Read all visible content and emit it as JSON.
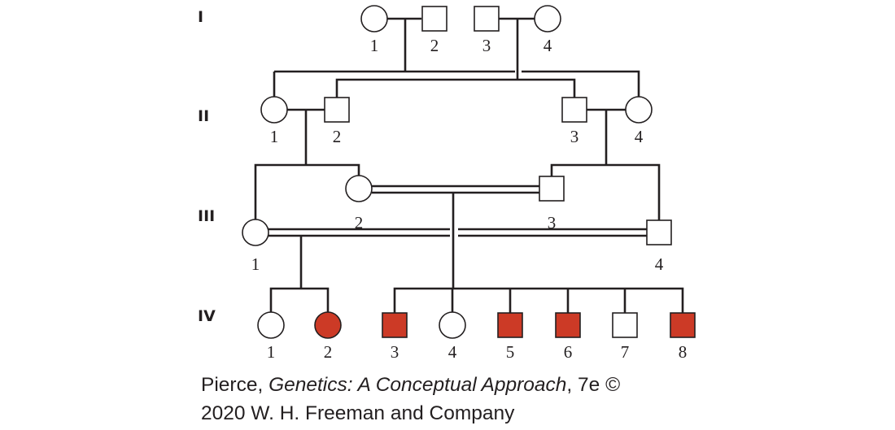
{
  "generations": [
    "I",
    "II",
    "III",
    "IV"
  ],
  "individuals": {
    "I": [
      {
        "n": "1",
        "sex": "female",
        "affected": false
      },
      {
        "n": "2",
        "sex": "male",
        "affected": false
      },
      {
        "n": "3",
        "sex": "male",
        "affected": false
      },
      {
        "n": "4",
        "sex": "female",
        "affected": false
      }
    ],
    "II": [
      {
        "n": "1",
        "sex": "female",
        "affected": false
      },
      {
        "n": "2",
        "sex": "male",
        "affected": false
      },
      {
        "n": "3",
        "sex": "male",
        "affected": false
      },
      {
        "n": "4",
        "sex": "female",
        "affected": false
      }
    ],
    "III": [
      {
        "n": "1",
        "sex": "female",
        "affected": false
      },
      {
        "n": "2",
        "sex": "female",
        "affected": false
      },
      {
        "n": "3",
        "sex": "male",
        "affected": false
      },
      {
        "n": "4",
        "sex": "male",
        "affected": false
      }
    ],
    "IV": [
      {
        "n": "1",
        "sex": "female",
        "affected": false
      },
      {
        "n": "2",
        "sex": "female",
        "affected": true
      },
      {
        "n": "3",
        "sex": "male",
        "affected": true
      },
      {
        "n": "4",
        "sex": "female",
        "affected": false
      },
      {
        "n": "5",
        "sex": "male",
        "affected": true
      },
      {
        "n": "6",
        "sex": "male",
        "affected": true
      },
      {
        "n": "7",
        "sex": "male",
        "affected": false
      },
      {
        "n": "8",
        "sex": "male",
        "affected": true
      }
    ]
  },
  "colors": {
    "affected": "#cc3a26",
    "unaffected": "#ffffff",
    "line": "#231f20"
  },
  "credit": {
    "line1_prefix": "Pierce, ",
    "line1_title": "Genetics: A Conceptual Approach",
    "line1_suffix": ", 7e ©",
    "line2": "2020 W. H. Freeman and Company"
  }
}
